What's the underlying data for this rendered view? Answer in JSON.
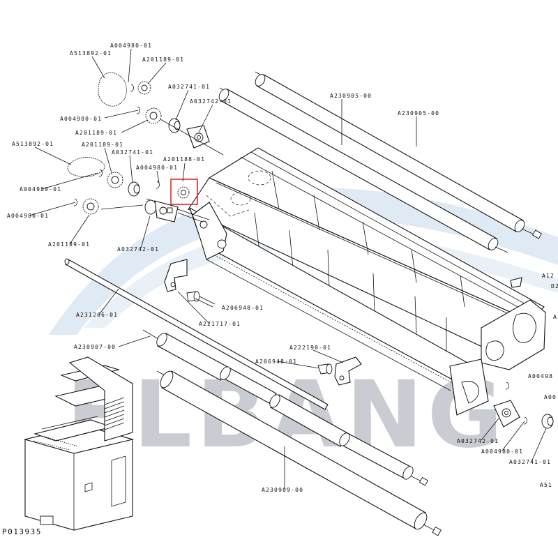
{
  "watermark": {
    "text": "ELBANG",
    "color": "#c9ccd3",
    "arc_color": "#dbe6f3"
  },
  "figure_ref": "P013935",
  "highlight": {
    "part": "A201188-01",
    "color": "#e0262a"
  },
  "labels": {
    "l1": "A004980-01",
    "l2": "A513892-01",
    "l3": "A201189-01",
    "l4": "A032741-01",
    "l5": "A032742-01",
    "l6": "A004980-01",
    "l7": "A201189-01",
    "l8": "A230905-00",
    "l9": "A230905-00",
    "l10": "A513892-01",
    "l11": "A201189-01",
    "l12": "A032741-01",
    "l13": "A004980-01",
    "l14": "A201188-01",
    "l15": "A004980-01",
    "l16": "A004980-01",
    "l17": "A201189-01",
    "l18": "A032742-01",
    "l19": "A206948-01",
    "l20": "A221717-01",
    "l21": "A231206-01",
    "l22": "A230907-00",
    "l23": "A222190-01",
    "l24": "A206948-01",
    "l25": "A230909-00",
    "l26": "A032742-01",
    "l27": "A004980-01",
    "l28": "A032741-01",
    "l29": "A12",
    "l30": "D2",
    "l31": "A",
    "l32": "A00498",
    "l33": "A00",
    "l34": "A51"
  }
}
